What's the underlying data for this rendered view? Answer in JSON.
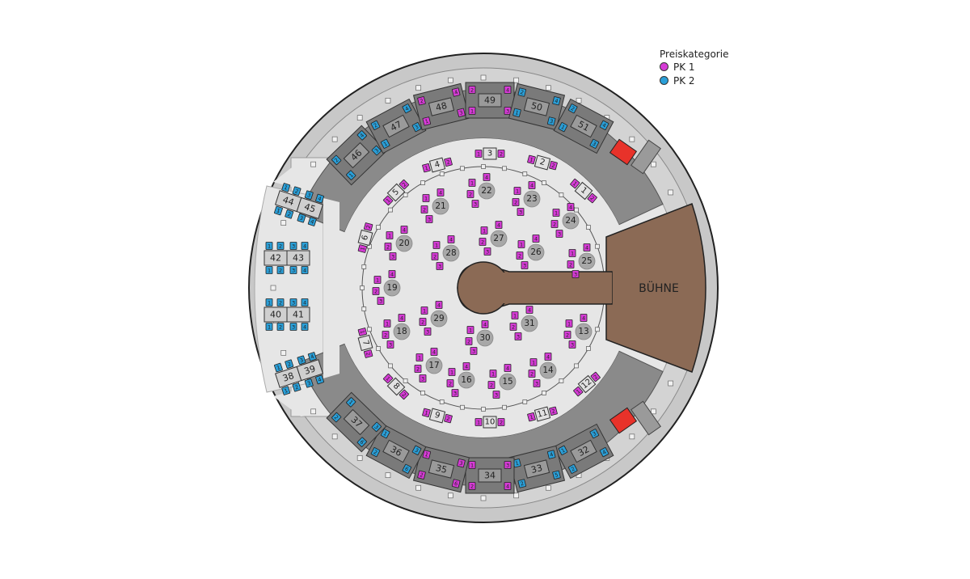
{
  "legend": {
    "title": "Preiskategorie",
    "items": [
      {
        "label": "PK 1",
        "color": "#d63bd6"
      },
      {
        "label": "PK 2",
        "color": "#2a9fd8"
      }
    ]
  },
  "stage_label": "BÜHNE",
  "colors": {
    "pk1": "#d63bd6",
    "pk2": "#2a9fd8",
    "stage": "#8b6a55",
    "floor": "#e6e6e6",
    "outer_ring": "#c8c8c8",
    "booth": "#6e6e6e",
    "round_table": "#a8a8a8",
    "exit": "#e8322a"
  },
  "inner_round_tables": [
    "13",
    "14",
    "15",
    "16",
    "17",
    "18",
    "19",
    "20",
    "21",
    "22",
    "23",
    "24",
    "25",
    "26",
    "27",
    "28",
    "29",
    "30",
    "31"
  ],
  "inner_rect_tables": [
    "1",
    "2",
    "3",
    "4",
    "5",
    "6",
    "7",
    "8",
    "9",
    "10",
    "11",
    "12"
  ],
  "booths": [
    "32",
    "33",
    "34",
    "35",
    "36",
    "37",
    "46",
    "47",
    "48",
    "49",
    "50",
    "51"
  ],
  "left_tables": [
    "38",
    "39",
    "40",
    "41",
    "42",
    "43",
    "44",
    "45"
  ]
}
